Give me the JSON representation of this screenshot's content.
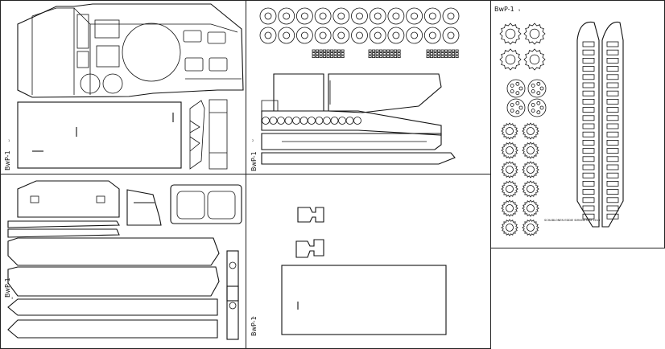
{
  "sheets": [
    {
      "id": "sheet-1",
      "label": "BwP-1",
      "number": "1"
    },
    {
      "id": "sheet-2",
      "label": "BwP-1",
      "number": "2"
    },
    {
      "id": "sheet-3",
      "label": "BwP-1",
      "number": "3"
    },
    {
      "id": "sheet-4",
      "label": "BwP-1",
      "number": "4"
    },
    {
      "id": "sheet-5",
      "label": "BwP-1",
      "number": "5"
    }
  ],
  "credit": "SCHABLONEN EDDIE SIMONS MAY 2015",
  "colors": {
    "line": "#111111",
    "paper": "#ffffff",
    "frame": "#222222"
  }
}
